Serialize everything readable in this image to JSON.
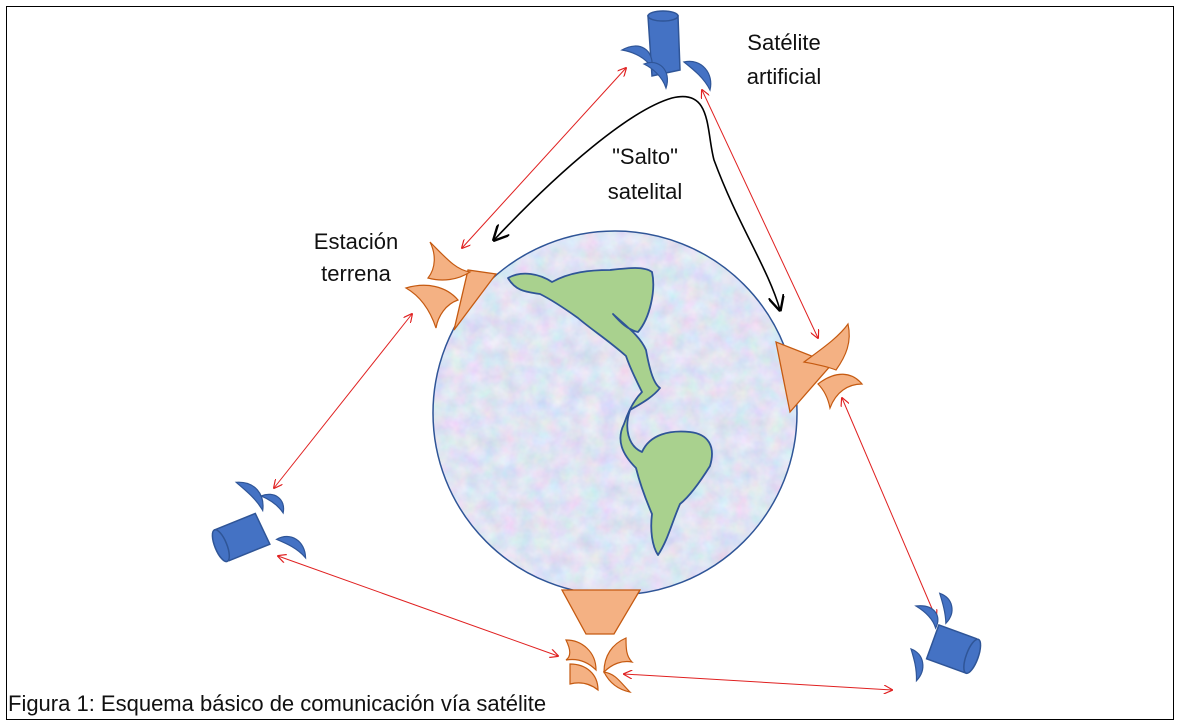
{
  "labels": {
    "satellite": [
      "Satélite",
      "artificial"
    ],
    "hop": [
      "\"Salto\"",
      "satelital"
    ],
    "station": [
      "Estación",
      "terrena"
    ]
  },
  "caption": "Figura 1: Esquema básico de comunicación vía satélite",
  "colors": {
    "satellite": "#4472c4",
    "station": "#f4b183",
    "link": "#e02020",
    "earth": "#b9c8ea",
    "land": "#a9d18e",
    "outline": "#2f5597"
  }
}
